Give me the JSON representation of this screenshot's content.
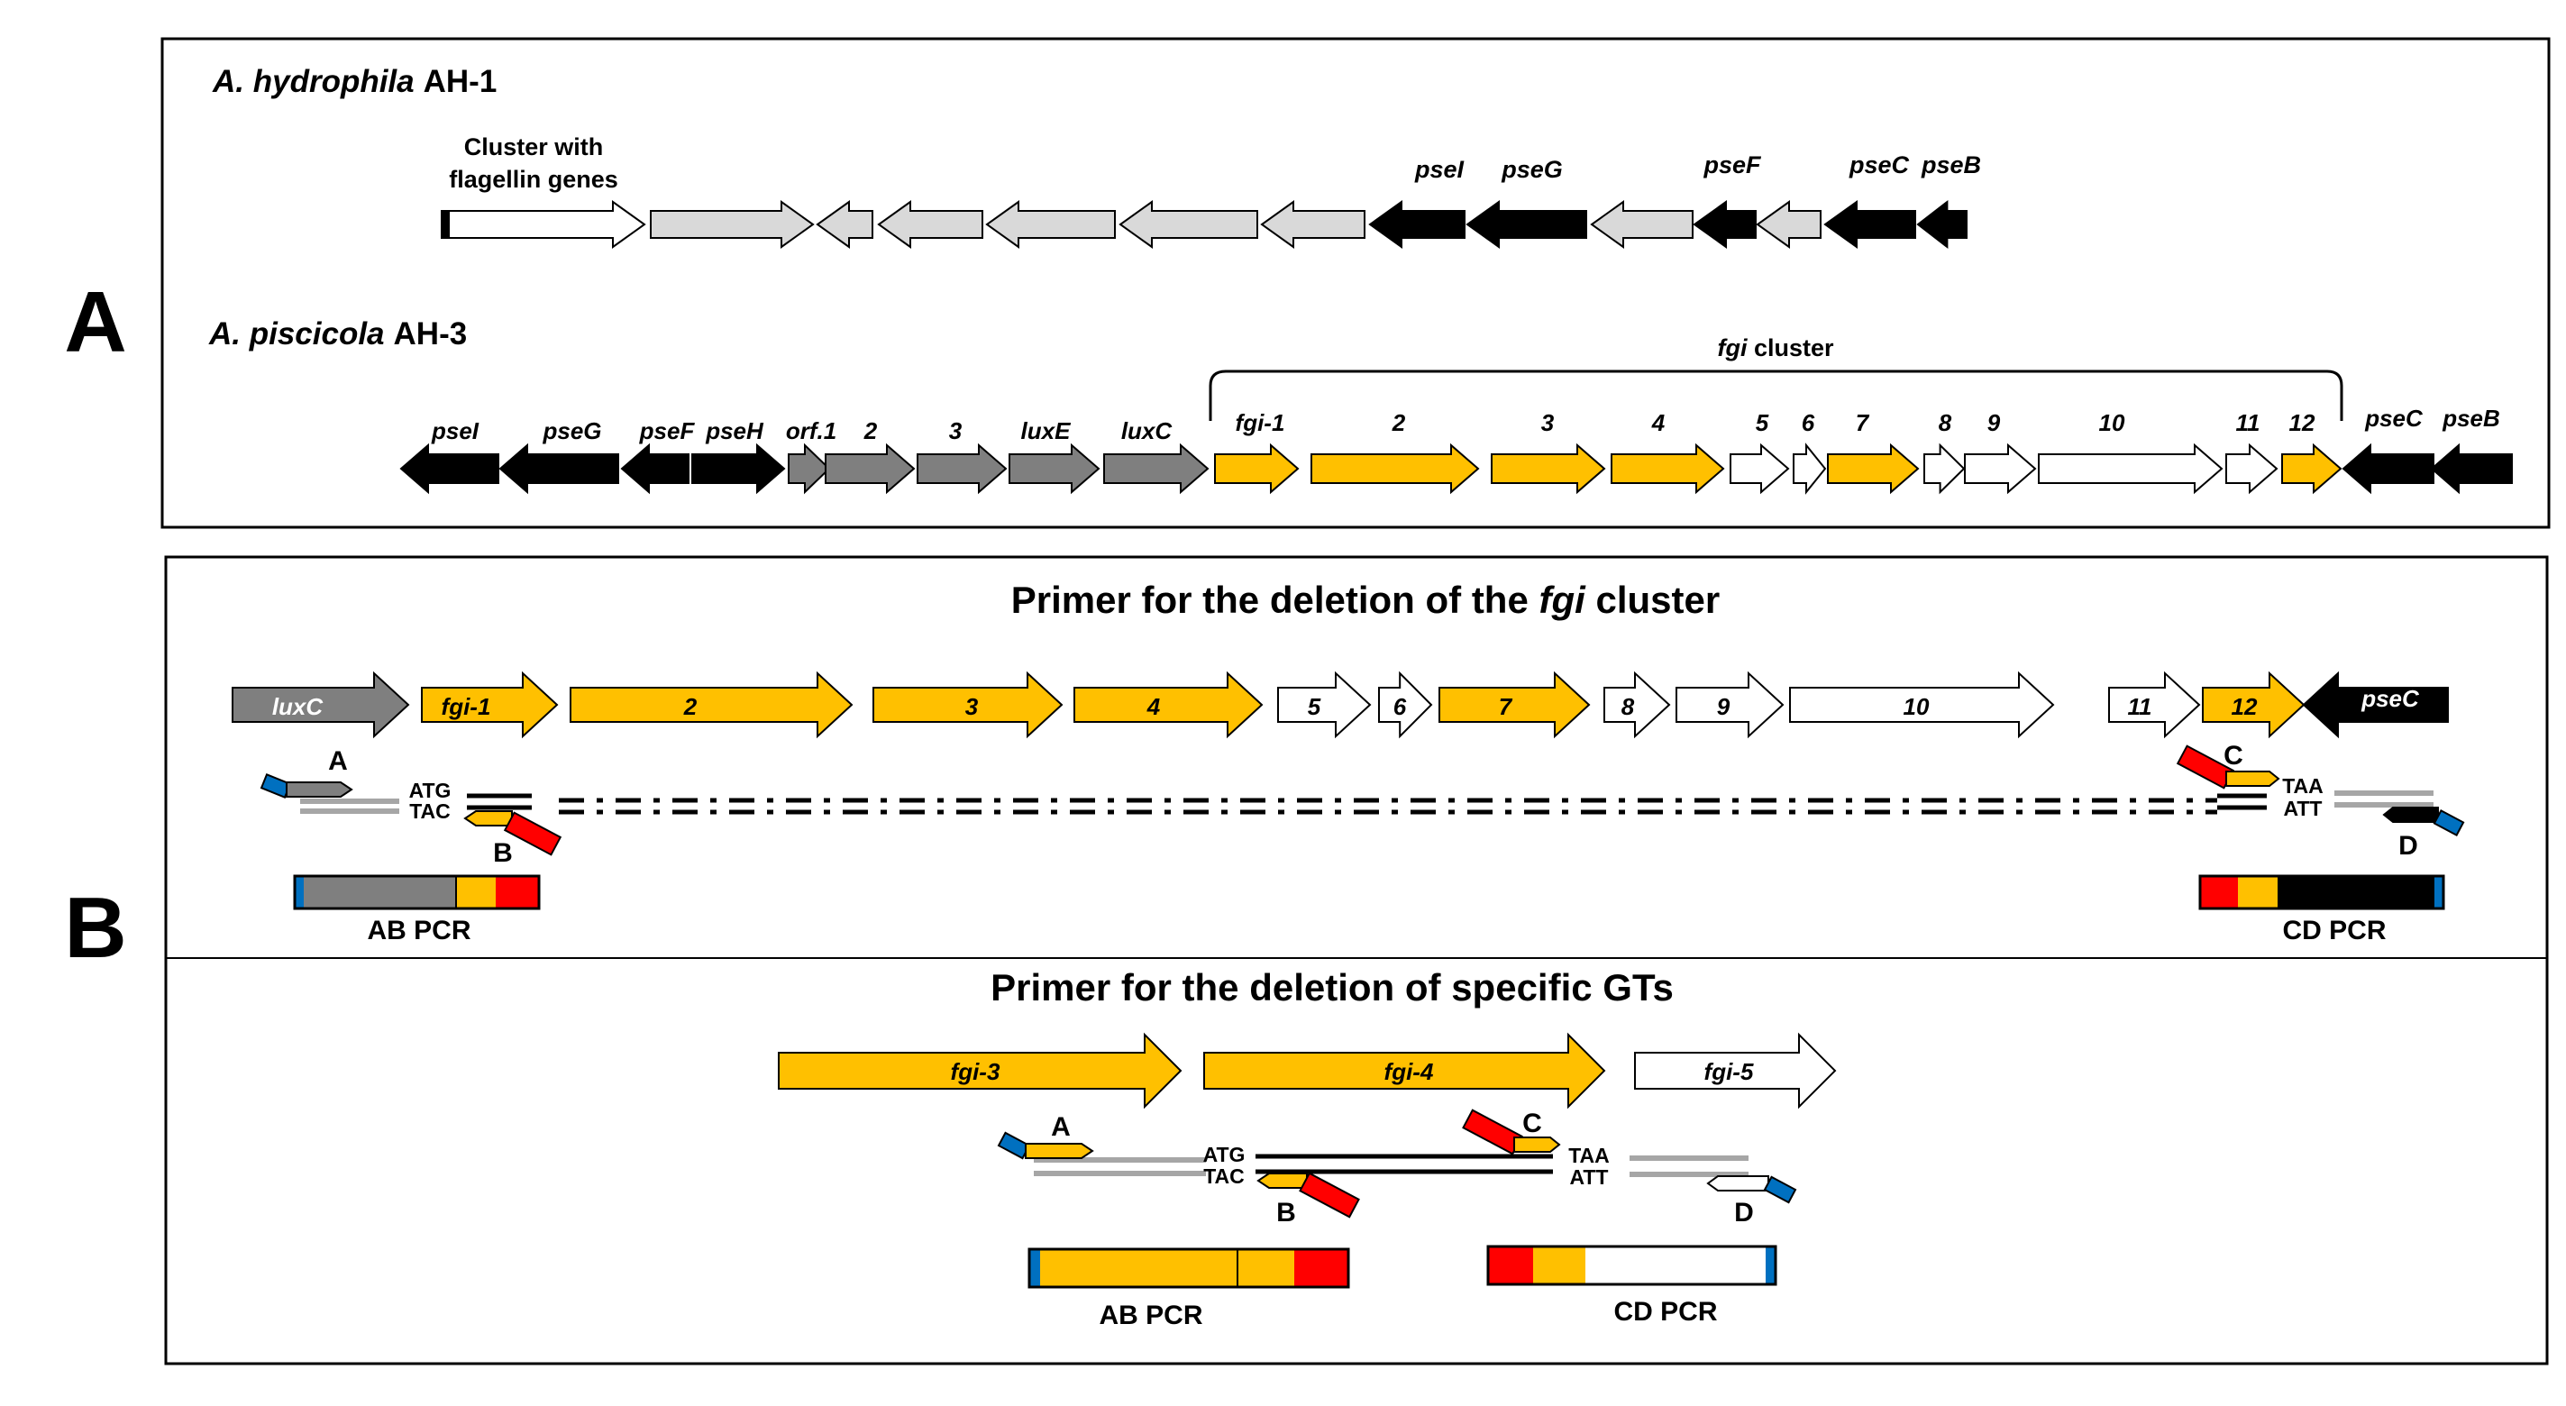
{
  "panels": {
    "a_label": "A",
    "b_label": "B"
  },
  "colors": {
    "gold": "#FFC000",
    "gray_dark": "#7F7F7F",
    "gray_light": "#D9D9D9",
    "black": "#000000",
    "white": "#FFFFFF",
    "red": "#FF0000",
    "blue": "#0070C0",
    "primer_gray": "#A6A6A6"
  },
  "panel_a": {
    "strain1": {
      "species": "A. hydrophila",
      "strain": "AH-1"
    },
    "strain1_cluster_label": [
      "Cluster with",
      "flagellin genes"
    ],
    "strain1_labels": [
      "pseI",
      "pseG",
      "pseF",
      "pseC",
      "pseB"
    ],
    "strain2": {
      "species": "A. piscicola",
      "strain": "AH-3"
    },
    "strain2_cluster": {
      "italic": "fgi",
      "rest": " cluster"
    },
    "strain2_labels": [
      "pseI",
      "pseG",
      "pseF",
      "pseH",
      "orf.1",
      "2",
      "3",
      "luxE",
      "luxC",
      "fgi-1",
      "2",
      "3",
      "4",
      "5",
      "6",
      "7",
      "8",
      "9",
      "10",
      "11",
      "12",
      "pseC",
      "pseB"
    ]
  },
  "panel_b1": {
    "title_pre": "Primer for the deletion of the ",
    "title_italic": "fgi",
    "title_post": " cluster",
    "gene_labels": [
      "luxC",
      "fgi-1",
      "2",
      "3",
      "4",
      "5",
      "6",
      "7",
      "8",
      "9",
      "10",
      "11",
      "12",
      "pseC"
    ],
    "primer_letters": [
      "A",
      "B",
      "C",
      "D"
    ],
    "codons": [
      "ATG",
      "TAC",
      "TAA",
      "ATT"
    ],
    "pcr_labels": [
      "AB PCR",
      "CD PCR"
    ]
  },
  "panel_b2": {
    "title": "Primer for the deletion of specific GTs",
    "gene_labels": [
      "fgi-3",
      "fgi-4",
      "fgi-5"
    ],
    "primer_letters": [
      "A",
      "B",
      "C",
      "D"
    ],
    "codons": [
      "ATG",
      "TAC",
      "TAA",
      "ATT"
    ],
    "pcr_labels": [
      "AB PCR",
      "CD PCR"
    ]
  }
}
